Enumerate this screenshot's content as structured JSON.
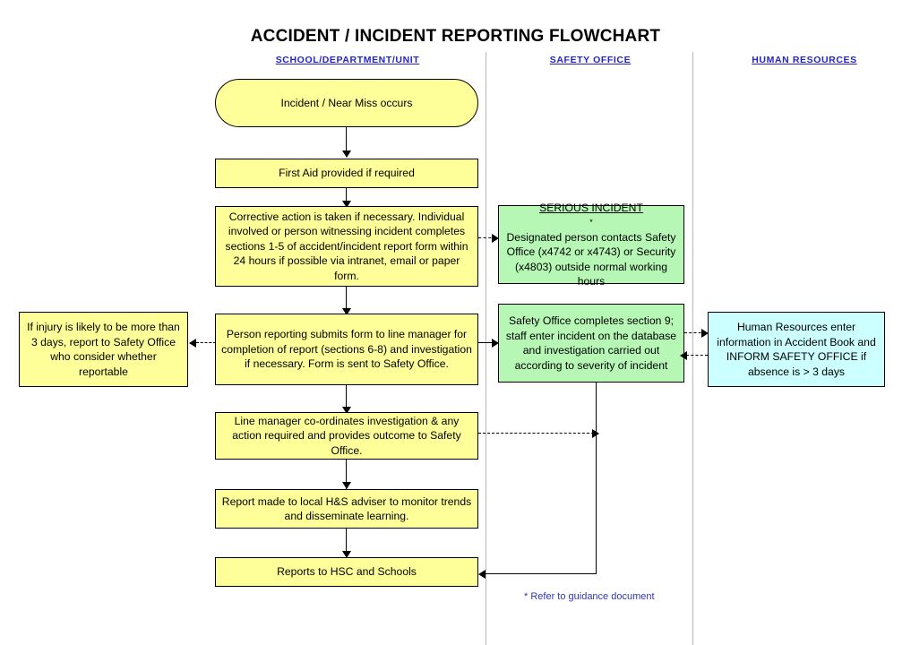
{
  "title": "ACCIDENT / INCIDENT REPORTING FLOWCHART",
  "columns": [
    {
      "label": "SCHOOL/DEPARTMENT/UNIT"
    },
    {
      "label": "SAFETY OFFICE"
    },
    {
      "label": "HUMAN RESOURCES"
    }
  ],
  "nodes": {
    "incident": "Incident / Near Miss occurs",
    "first_aid": "First Aid provided if required",
    "corrective_action": "Corrective action is taken if necessary. Individual involved or person witnessing incident completes sections 1-5 of accident/incident report form within 24 hours if possible via intranet, email or paper form.",
    "person_reporting": "Person reporting submits form to line manager for completion of report (sections 6-8) and investigation if necessary.  Form is sent to Safety Office.",
    "line_manager": "Line manager co-ordinates investigation & any action required and provides outcome to Safety Office.",
    "report_hs_adviser": "Report made to local H&S adviser to monitor trends and disseminate learning.",
    "reports_hsc": "Reports to HSC and Schools",
    "injury_3_days": "If injury is likely to be more than 3 days, report to Safety Office who consider whether reportable",
    "serious_incident_heading": "SERIOUS INCIDENT",
    "serious_incident_marker": " *",
    "serious_incident_body": "Designated person contacts Safety Office (x4742 or x4743) or Security (x4803) outside normal working hours",
    "safety_office_completes": "Safety Office completes section 9; staff enter incident on the database and investigation carried out according to severity of incident",
    "human_resources": "Human Resources enter information in Accident Book and INFORM SAFETY OFFICE if absence is > 3 days"
  },
  "footnote": "* Refer to guidance document",
  "colors": {
    "yellow": "#ffff99",
    "green": "#b6f7b6",
    "cyan": "#ccffff",
    "header_blue": "#2222cc",
    "footnote_blue": "#3333bb",
    "divider_grey": "#b6b6b6",
    "stroke": "#000000"
  }
}
